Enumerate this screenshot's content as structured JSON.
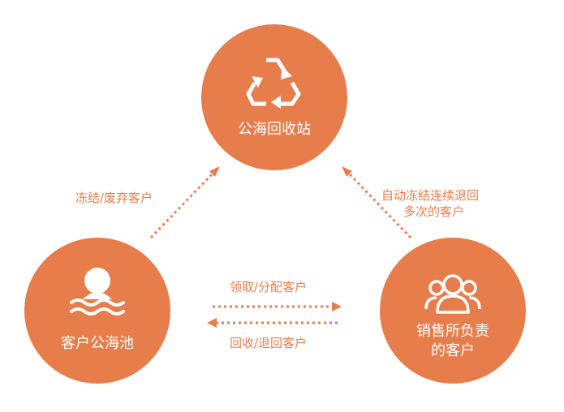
{
  "nodes": {
    "recycle": {
      "label": "公海回收站",
      "icon": "recycle-icon"
    },
    "pool": {
      "label": "客户公海池",
      "icon": "person-water-icon"
    },
    "sales": {
      "label_line1": "销售所负责",
      "label_line2": "的客户",
      "icon": "group-icon"
    }
  },
  "edges": {
    "freeze_abandon": "冻结/废弃客户",
    "auto_freeze_line1": "自动冻结连续退回",
    "auto_freeze_line2": "多次的客户",
    "claim_assign": "领取/分配客户",
    "recover_return": "回收/退回客户"
  },
  "colors": {
    "accent": "#e87d4c",
    "background": "#ffffff"
  }
}
